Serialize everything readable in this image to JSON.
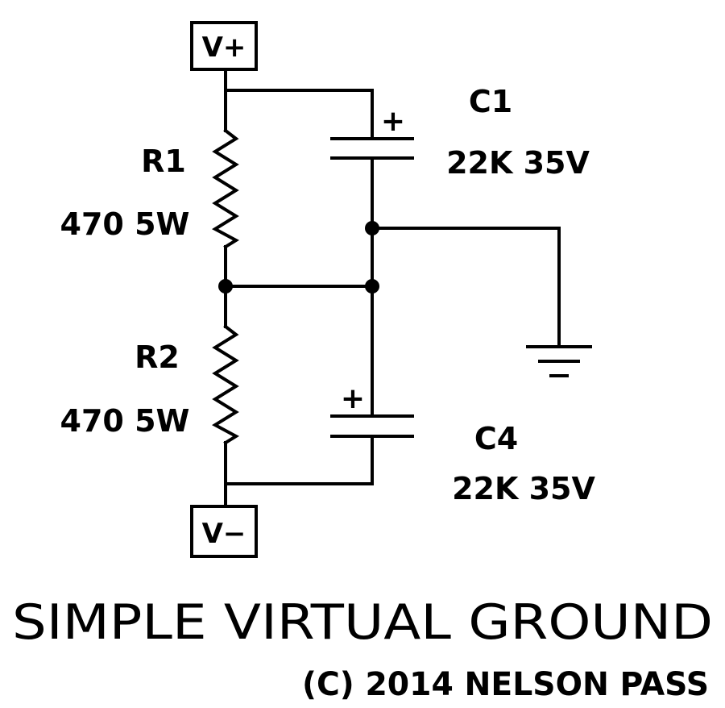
{
  "labels": {
    "v_plus": "V+",
    "v_minus": "V−",
    "r1_name": "R1",
    "r1_value": "470 5W",
    "r2_name": "R2",
    "r2_value": "470 5W",
    "c1_name": "C1",
    "c1_value": "22K 35V",
    "c4_name": "C4",
    "c4_value": "22K 35V",
    "c1_polarity": "+",
    "c4_polarity": "+",
    "title": "SIMPLE VIRTUAL GROUND",
    "copyright": "(C) 2014 NELSON PASS"
  }
}
